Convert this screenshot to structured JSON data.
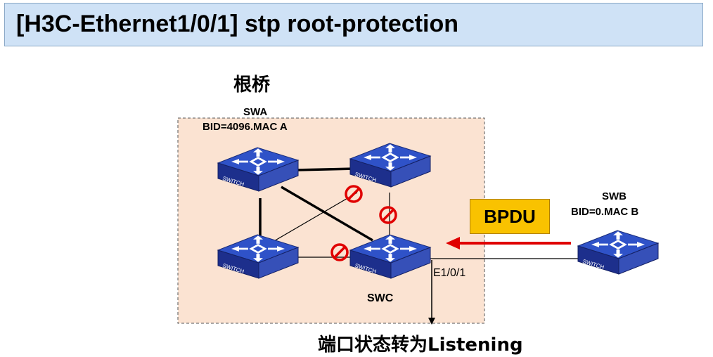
{
  "title": "[H3C-Ethernet1/0/1] stp root-protection",
  "root_bridge_label": "根桥",
  "switches": {
    "swa": {
      "name": "SWA",
      "bid": "BID=4096.MAC A"
    },
    "swb": {
      "name": "SWB",
      "bid": "BID=0.MAC B"
    },
    "swc": {
      "name": "SWC"
    }
  },
  "switch_icon_text": "SWITCH",
  "bpdu_label": "BPDU",
  "port_label": "E1/0/1",
  "result_text": "端口状态转为Listening",
  "colors": {
    "title_bg": "#cfe2f6",
    "region_bg": "#fbe3d2",
    "switch_blue": "#2a44b8",
    "block_red": "#e00000",
    "bpdu_yellow": "#f9c200",
    "arrow_red": "#e00000"
  }
}
